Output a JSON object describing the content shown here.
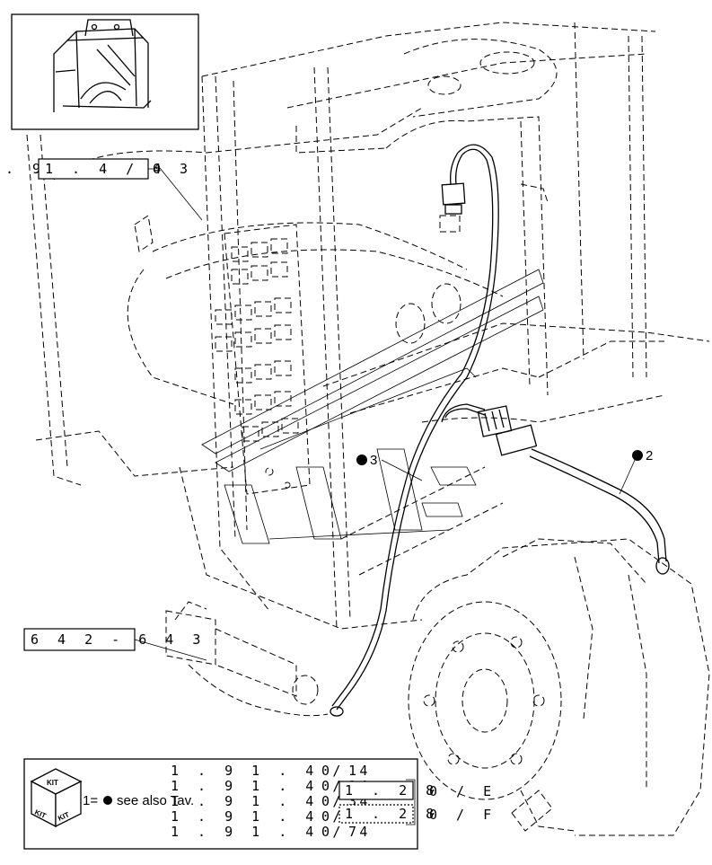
{
  "callouts": {
    "ref_top_left_prefix": ". 9",
    "ref_top_left_box": "1 . 4 /   4",
    "ref_top_left_suffix": "0 3",
    "ref_mid_left_box": "6 4 2 - 6 4 3",
    "item_3": "3",
    "item_2": "2"
  },
  "legend": {
    "kit_word": "KIT",
    "equals_text": "1=",
    "see_also": "see also Tav.",
    "rows": [
      {
        "code": "1 . 9 1 . 4 / 4",
        "suffix": "0 1"
      },
      {
        "code": "1 . 9 1 . 4 / 4",
        "suffix": "0 2"
      },
      {
        "code": "1 . 9 1 . 4 / 4",
        "suffix": "0 3"
      },
      {
        "code": "1 . 9 1 . 4 / 4",
        "suffix": "0 5"
      },
      {
        "code": "1 . 9 1 . 4 / 4",
        "suffix": "0 7"
      }
    ],
    "tav_boxes": [
      {
        "box": "1 . 2 8",
        "suffix": "0 / E"
      },
      {
        "box": "1 . 2 8",
        "suffix": "0 / F"
      }
    ]
  }
}
